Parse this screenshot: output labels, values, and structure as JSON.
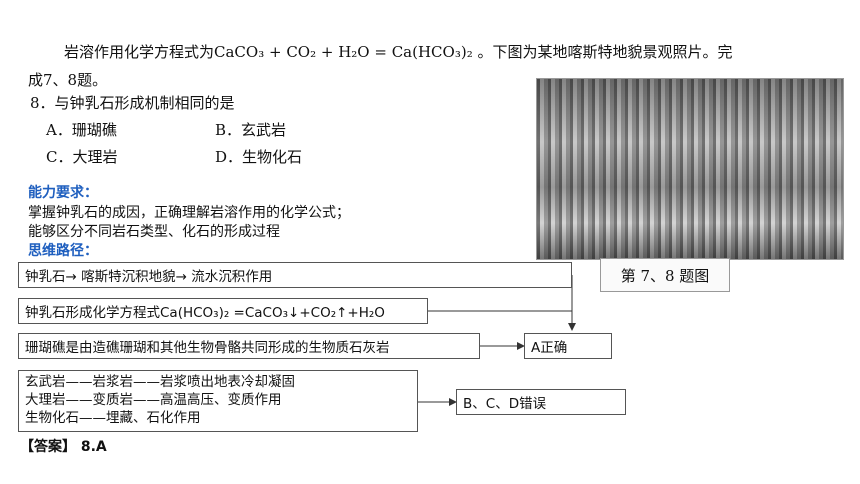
{
  "intro": {
    "line1": "岩溶作用化学方程式为CaCO₃ + CO₂ + H₂O = Ca(HCO₃)₂ 。下图为某地喀斯特地貌景观照片。完",
    "line2": "成7、8题。"
  },
  "question": {
    "stem": "8．与钟乳石形成机制相同的是",
    "options": [
      "A．珊瑚礁",
      "B．玄武岩",
      "C．大理岩",
      "D．生物化石"
    ]
  },
  "ability": {
    "heading": "能力要求：",
    "lines": [
      "掌握钟乳石的成因，正确理解岩溶作用的化学公式；",
      "能够区分不同岩石类型、化石的形成过程"
    ]
  },
  "thinking": {
    "heading": "思维路径："
  },
  "figure": {
    "caption": "第 7、8 题图"
  },
  "flow": {
    "box1": "钟乳石→ 喀斯特沉积地貌→ 流水沉积作用",
    "box2": "钟乳石形成化学方程式Ca(HCO₃)₂ =CaCO₃↓+CO₂↑+H₂O",
    "box3": "珊瑚礁是由造礁珊瑚和其他生物骨骼共同形成的生物质石灰岩",
    "result_a": "A正确",
    "box4_lines": [
      "玄武岩——岩浆岩——岩浆喷出地表冷却凝固",
      "大理岩——变质岩——高温高压、变质作用",
      "生物化石——埋藏、石化作用"
    ],
    "result_bcd": "B、C、D错误"
  },
  "answer": "【答案】 8.A"
}
